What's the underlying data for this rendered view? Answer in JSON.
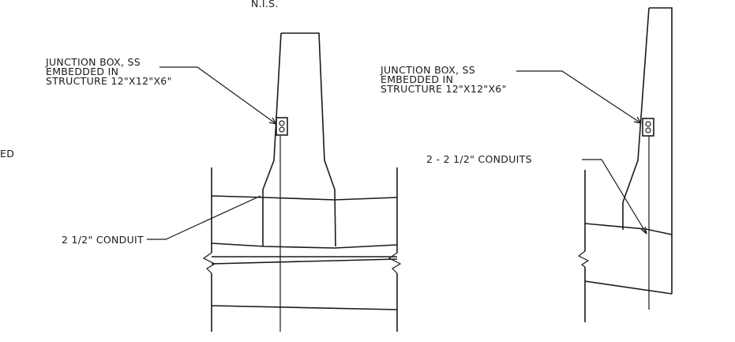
{
  "scale_note": "N.I.S.",
  "left_clip": "ED",
  "left_detail": {
    "junction_box_label": [
      "JUNCTION BOX, SS",
      "EMBEDDED IN",
      "STRUCTURE 12\"X12\"X6\""
    ],
    "conduit_label": "2 1/2\" CONDUIT"
  },
  "right_detail": {
    "junction_box_label": [
      "JUNCTION BOX, SS",
      "EMBEDDED IN",
      "STRUCTURE 12\"X12\"X6\""
    ],
    "conduit_label": "2 - 2 1/2\" CONDUITS"
  }
}
